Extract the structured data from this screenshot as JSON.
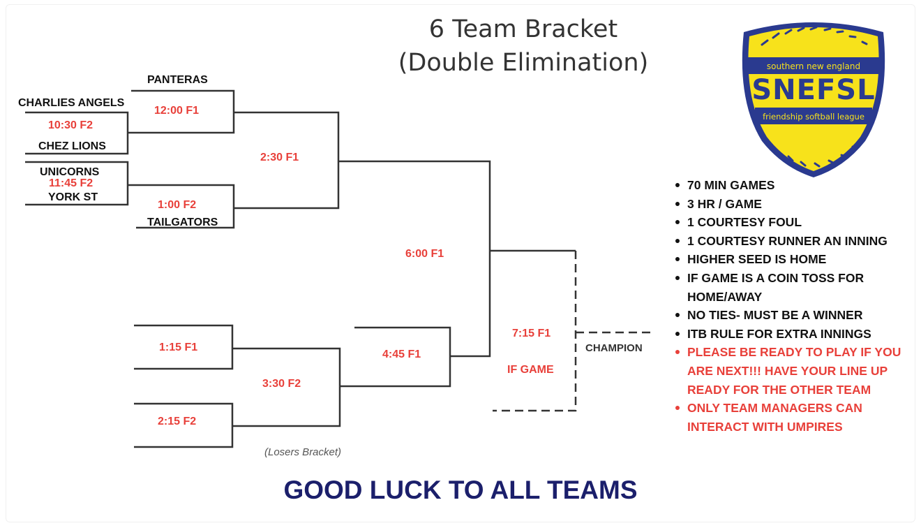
{
  "title": {
    "line1": "6 Team Bracket",
    "line2": "(Double Elimination)"
  },
  "teams": {
    "panteras": "PANTERAS",
    "charlies_angels": "CHARLIES ANGELS",
    "chez_lions": "CHEZ LIONS",
    "unicorns": "UNICORNS",
    "york_st": "YORK ST",
    "tailgators": "TAILGATORS"
  },
  "games": {
    "g1030": "10:30 F2",
    "g1145": "11:45 F2",
    "g1200": "12:00 F1",
    "g100": "1:00 F2",
    "g230": "2:30  F1",
    "g600": "6:00 F1",
    "g115": "1:15 F1",
    "g215": "2:15  F2",
    "g330": "3:30 F2",
    "g445": "4:45 F1",
    "g715": "7:15 F1",
    "if_game": "IF GAME"
  },
  "champion": "CHAMPION",
  "losers_bracket": "(Losers Bracket)",
  "rules": [
    {
      "text": "70 MIN GAMES",
      "color": "black"
    },
    {
      "text": "3 HR / GAME",
      "color": "black"
    },
    {
      "text": "1 COURTESY FOUL",
      "color": "black"
    },
    {
      "text": "1 COURTESY RUNNER AN INNING",
      "color": "black"
    },
    {
      "text": "HIGHER SEED IS HOME",
      "color": "black"
    },
    {
      "text": "IF GAME IS A COIN TOSS FOR HOME/AWAY",
      "color": "black"
    },
    {
      "text": "NO TIES- MUST BE A WINNER",
      "color": "black"
    },
    {
      "text": "ITB RULE FOR EXTRA INNINGS",
      "color": "black"
    },
    {
      "text": "PLEASE BE READY TO PLAY IF YOU ARE NEXT!!! HAVE YOUR LINE UP READY FOR THE OTHER TEAM",
      "color": "red"
    },
    {
      "text": "ONLY TEAM MANAGERS CAN INTERACT WITH UMPIRES",
      "color": "red"
    }
  ],
  "footer": "GOOD LUCK TO ALL TEAMS",
  "logo": {
    "top_text": "southern new england",
    "name": "SNEFSL",
    "bottom_text": "friendship softball league"
  },
  "colors": {
    "red_text": "#e8403a",
    "navy": "#1b1f6b",
    "logo_yellow": "#f7e21b",
    "logo_blue": "#2a3a8f",
    "line": "#333333"
  }
}
